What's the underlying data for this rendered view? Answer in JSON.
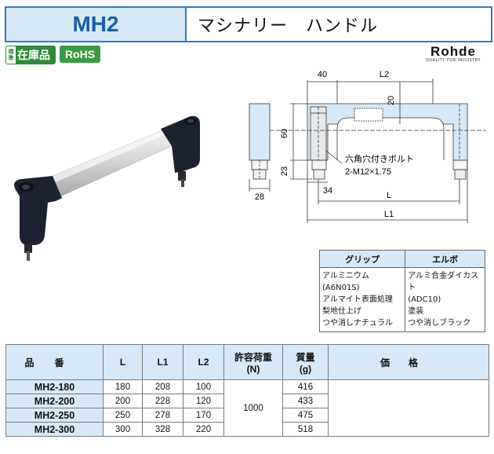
{
  "header": {
    "code": "MH2",
    "title": "マシナリー　ハンドル"
  },
  "badges": {
    "stock_small_1": "標",
    "stock_small_2": "準",
    "stock_big": "在庫品",
    "rohs": "RoHS"
  },
  "logo": {
    "brand": "Rohde",
    "tagline": "QUALITY FOR INDUSTRY"
  },
  "drawing": {
    "dim_40": "40",
    "dim_L2": "L2",
    "dim_20": "20",
    "dim_60": "60",
    "dim_23": "23",
    "dim_28": "28",
    "dim_34": "34",
    "dim_L": "L",
    "dim_L1": "L1",
    "bolt_line1": "六角穴付きボルト",
    "bolt_line2": "2-M12×1.75"
  },
  "materials": {
    "grip_header": "グリップ",
    "elbow_header": "エルボ",
    "grip_lines": [
      "アルミニウム(A6N01S)",
      "アルマイト表面処理",
      "梨地仕上げ",
      "つや消しナチュラル"
    ],
    "elbow_lines": [
      "アルミ合金ダイカスト",
      "(ADC10)",
      "塗装",
      "つや消しブラック"
    ]
  },
  "spec": {
    "headers": {
      "part": "品番",
      "L": "L",
      "L1": "L1",
      "L2": "L2",
      "load_1": "許容荷重",
      "load_2": "(N)",
      "mass_1": "質量",
      "mass_2": "(g)",
      "price": "価格"
    },
    "load": "1000",
    "rows": [
      {
        "part": "MH2-180",
        "L": "180",
        "L1": "208",
        "L2": "100",
        "mass": "416",
        "price": ""
      },
      {
        "part": "MH2-200",
        "L": "200",
        "L1": "228",
        "L2": "120",
        "mass": "433",
        "price": ""
      },
      {
        "part": "MH2-250",
        "L": "250",
        "L1": "278",
        "L2": "170",
        "mass": "475",
        "price": ""
      },
      {
        "part": "MH2-300",
        "L": "300",
        "L1": "328",
        "L2": "220",
        "mass": "518",
        "price": ""
      }
    ]
  }
}
